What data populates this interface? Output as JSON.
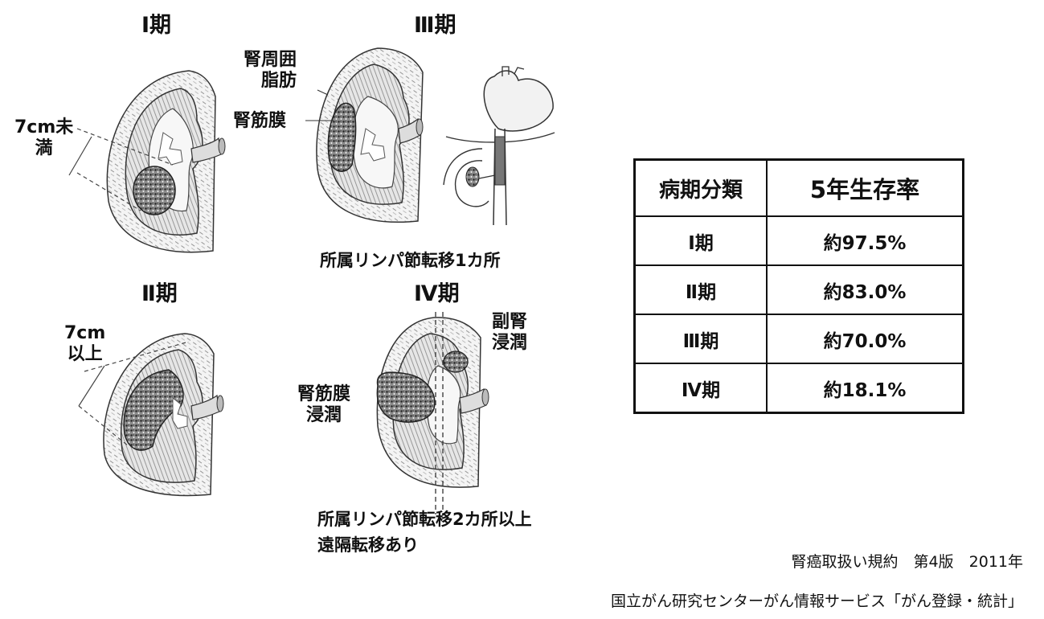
{
  "stages": {
    "stage1": "Ⅰ期",
    "stage2": "Ⅱ期",
    "stage3": "Ⅲ期",
    "stage4": "Ⅳ期"
  },
  "labels": {
    "under7cm": [
      "7cm未",
      "満"
    ],
    "over7cm": [
      "7cm",
      "以上"
    ],
    "perirenal_fat": [
      "腎周囲",
      "脂肪"
    ],
    "gerota": "腎筋膜",
    "gerota_invasion": [
      "腎筋膜",
      "浸潤"
    ],
    "adrenal_invasion": [
      "副腎",
      "浸潤"
    ],
    "lymph1": "所属リンパ節転移1カ所",
    "lymph2": "所属リンパ節転移2カ所以上",
    "distant": "遠隔転移あり"
  },
  "table": {
    "headers": [
      "病期分類",
      "5年生存率"
    ],
    "rows": [
      [
        "Ⅰ期",
        "約97.5%"
      ],
      [
        "Ⅱ期",
        "約83.0%"
      ],
      [
        "Ⅲ期",
        "約70.0%"
      ],
      [
        "Ⅳ期",
        "約18.1%"
      ]
    ]
  },
  "sources": {
    "line1": "腎癌取扱い規約　第4版　2011年",
    "line2": "国立がん研究センターがん情報サービス「がん登録・統計」"
  }
}
